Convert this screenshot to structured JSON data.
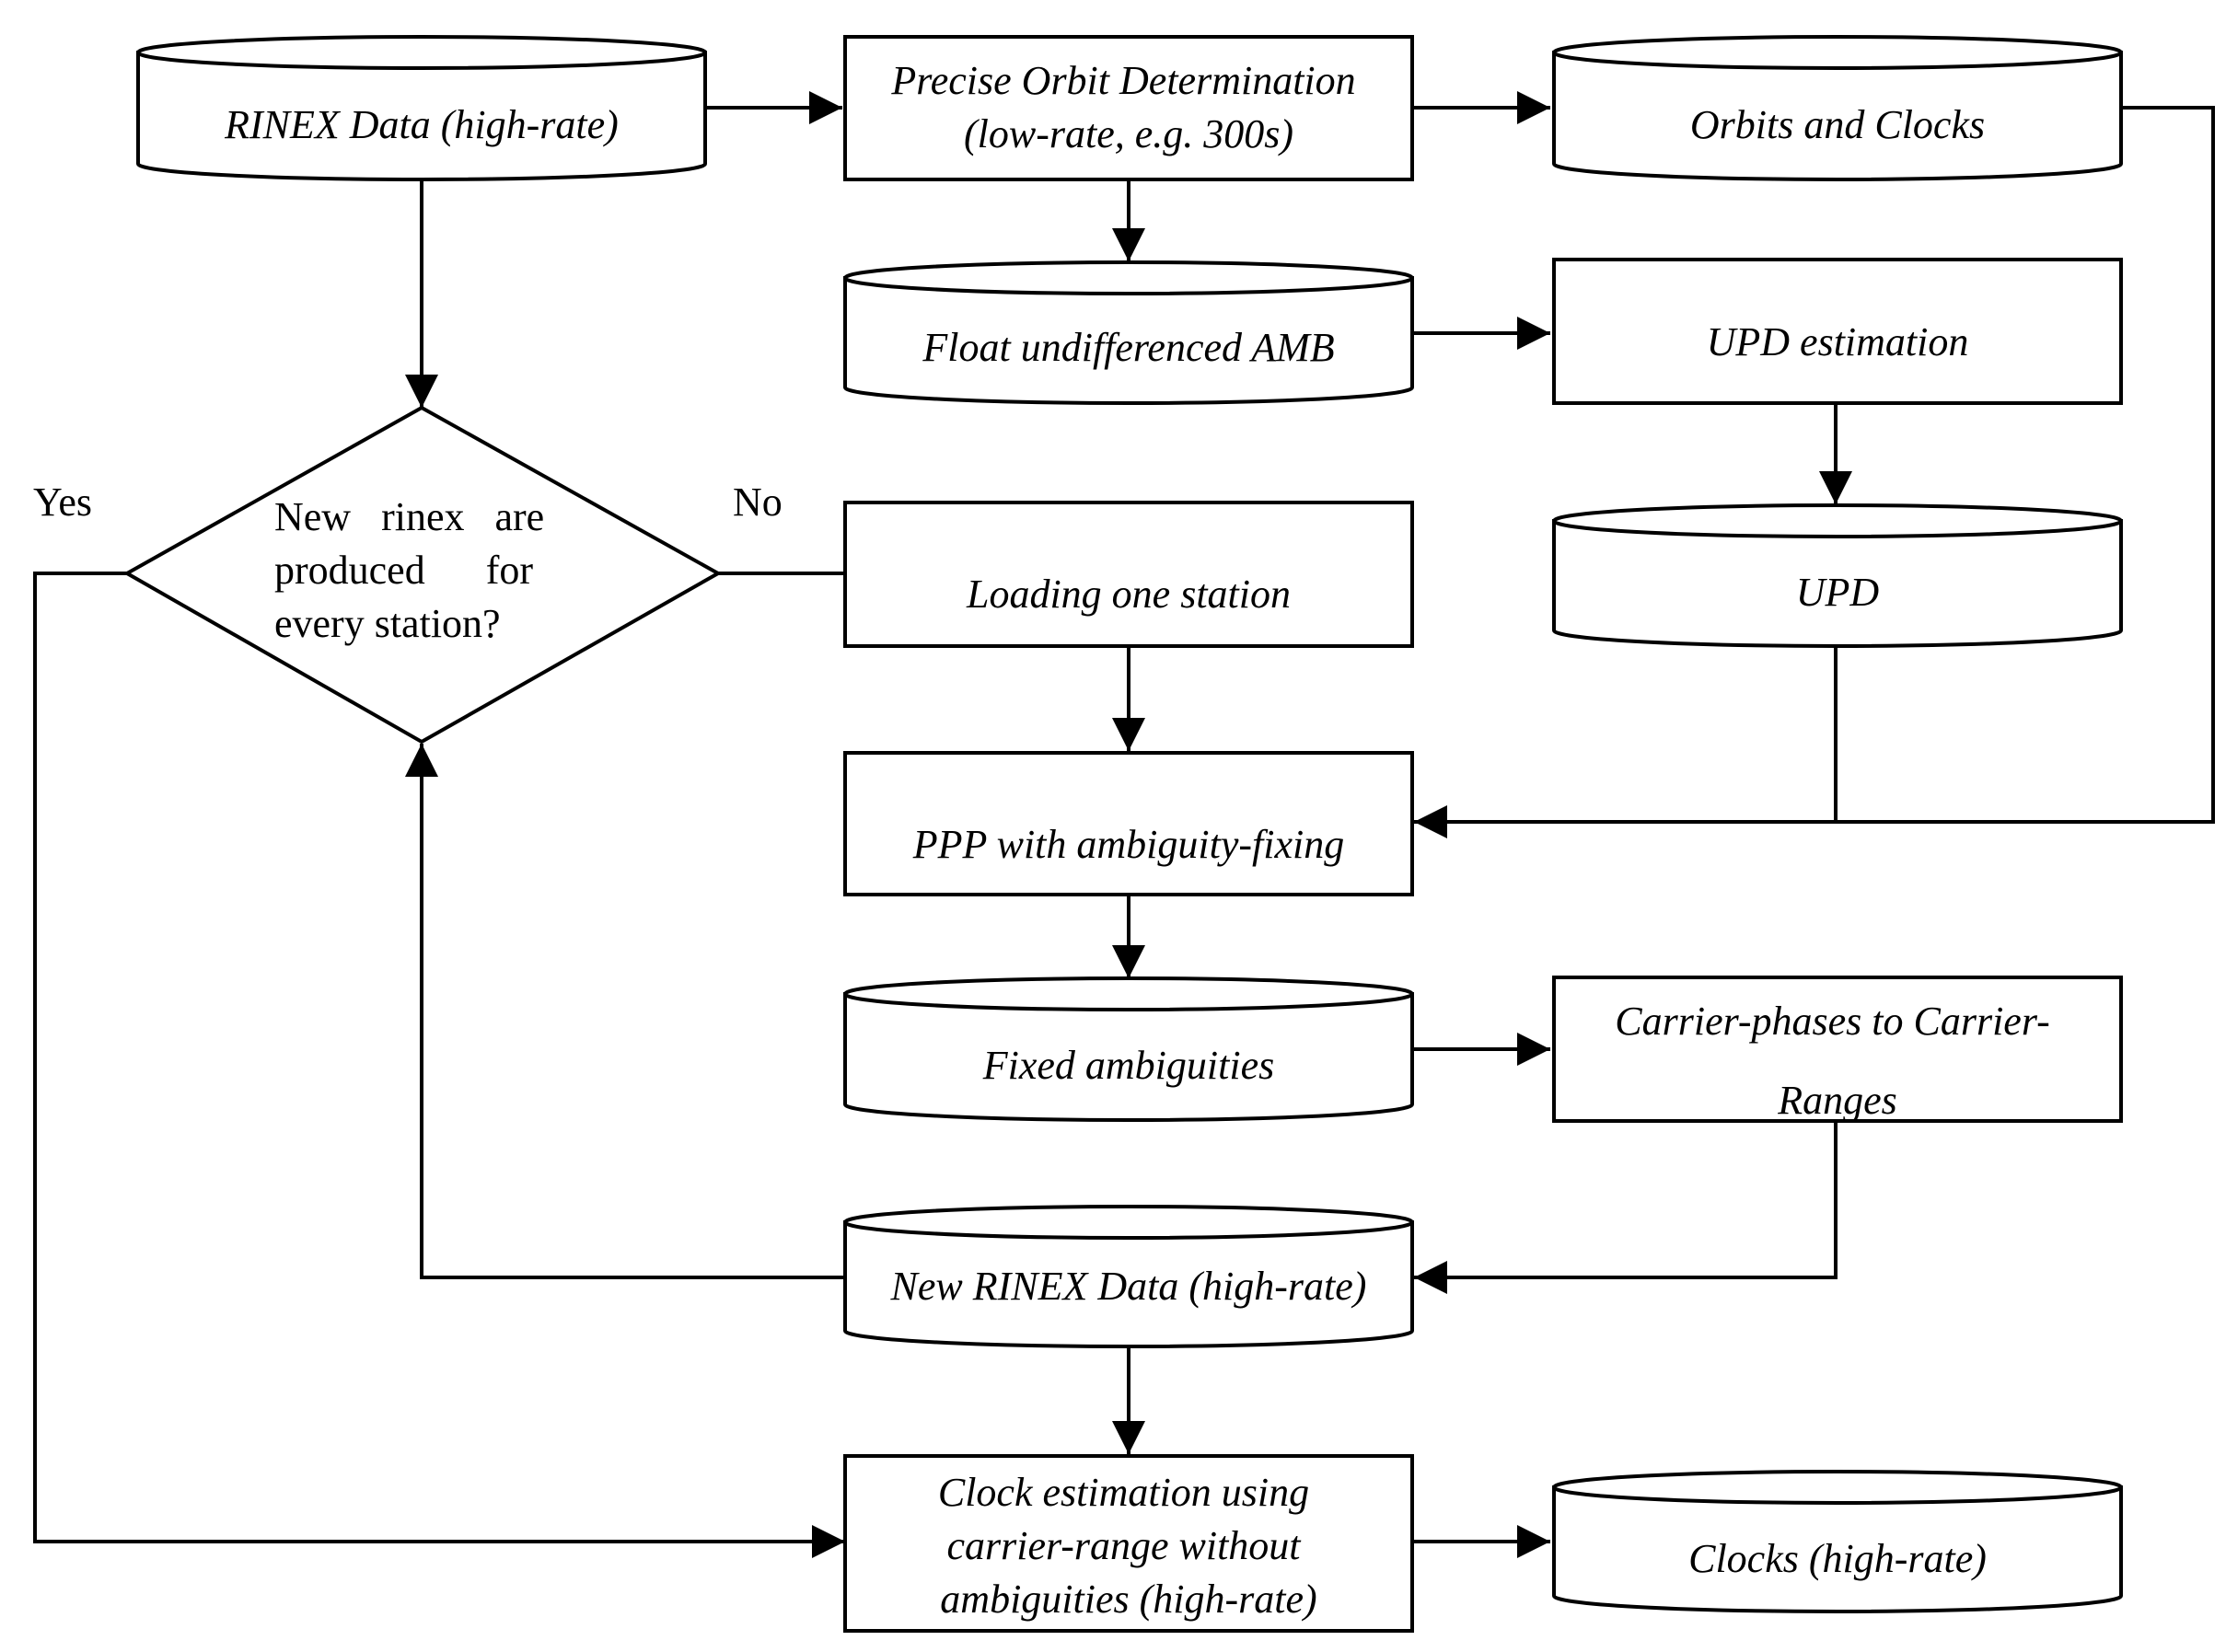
{
  "diagram": {
    "nodes": {
      "rinex_data": {
        "lines": [
          "RINEX Data (high-rate)"
        ]
      },
      "precise_orbit": {
        "lines": [
          "Precise Orbit Determination",
          "(low-rate, e.g. 300s)"
        ]
      },
      "orbits_clocks": {
        "lines": [
          "Orbits and Clocks"
        ]
      },
      "float_amb": {
        "lines": [
          "Float undifferenced AMB"
        ]
      },
      "upd_estimation": {
        "lines": [
          "UPD estimation"
        ]
      },
      "upd": {
        "lines": [
          "UPD"
        ]
      },
      "decision": {
        "lines": [
          "New   rinex   are",
          "produced      for",
          "every station?"
        ]
      },
      "loading_station": {
        "lines": [
          "Loading one station"
        ]
      },
      "ppp_fixing": {
        "lines": [
          "PPP with ambiguity-fixing"
        ]
      },
      "fixed_amb": {
        "lines": [
          "Fixed ambiguities"
        ]
      },
      "carrier_ranges": {
        "lines": [
          "Carrier-phases to Carrier-",
          "Ranges"
        ]
      },
      "new_rinex": {
        "lines": [
          "New RINEX Data (high-rate)"
        ]
      },
      "clock_estimation": {
        "lines": [
          "Clock estimation using",
          "carrier-range without",
          "ambiguities (high-rate)"
        ]
      },
      "clocks_high_rate": {
        "lines": [
          "Clocks (high-rate)"
        ]
      }
    },
    "edge_labels": {
      "yes": "Yes",
      "no": "No"
    }
  }
}
